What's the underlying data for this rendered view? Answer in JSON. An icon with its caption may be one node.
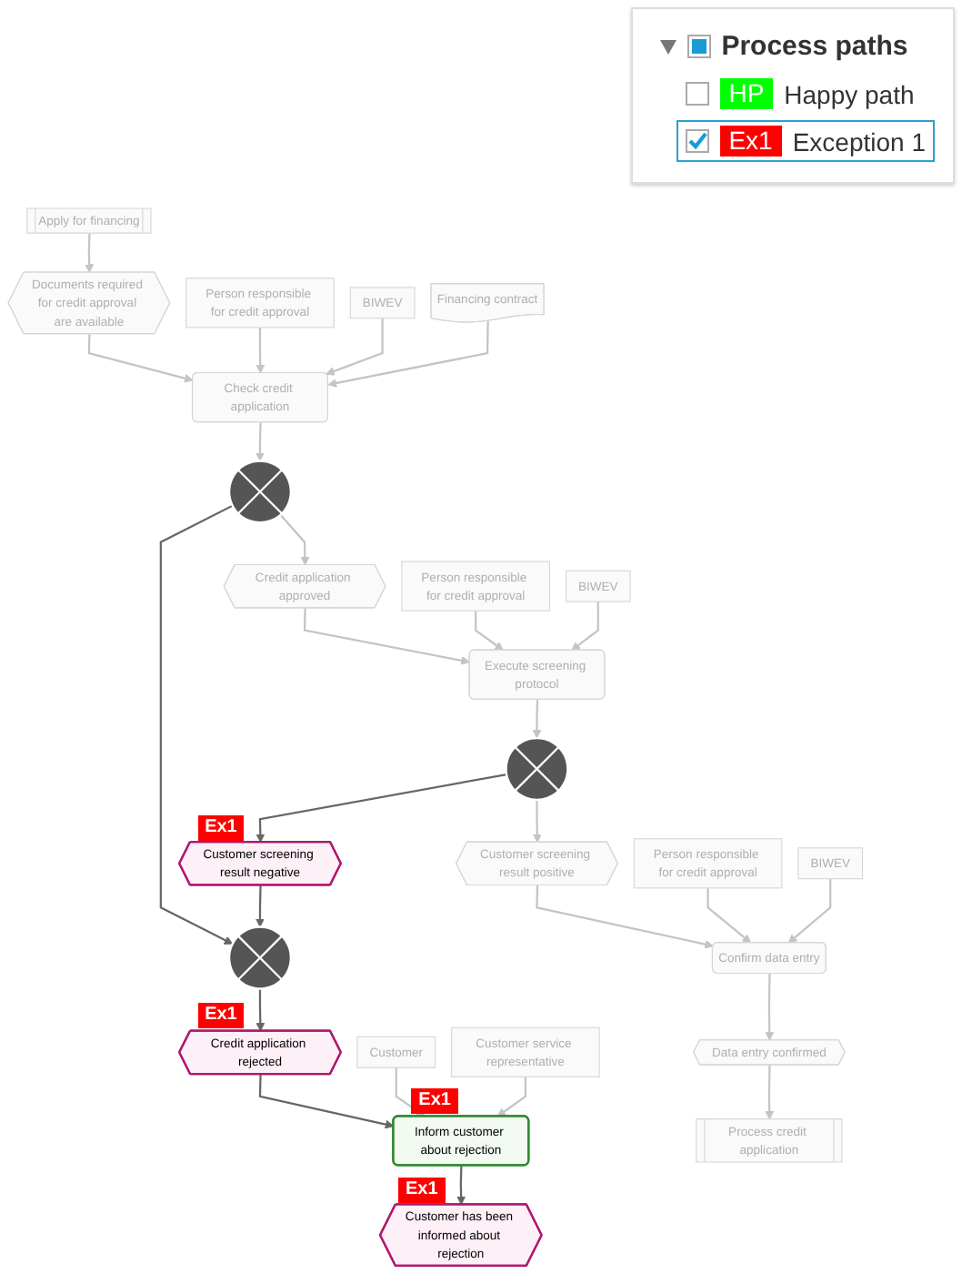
{
  "diagram": {
    "nodes": [
      {
        "text": [
          "Apply for financing"
        ]
      },
      {
        "text": [
          "Documents required for credit approval are available"
        ]
      },
      {
        "text": [
          "Person responsible for credit approval"
        ]
      },
      {
        "text": [
          "BIWEV"
        ]
      },
      {
        "text": [
          "Check credit application"
        ]
      },
      {
        "text": [
          "Financing contract"
        ]
      },
      {
        "text": [],
        "shape": "circle"
      },
      {
        "text": [
          "Credit application approved"
        ]
      },
      {
        "text": [
          "Person responsible for credit approval"
        ]
      },
      {
        "text": [
          "BIWEV"
        ]
      },
      {
        "text": [
          "Execute screening protocol"
        ]
      },
      {
        "text": [],
        "shape": "circle"
      },
      {
        "text": [
          "Customer screening result negative"
        ],
        "beside": [
          "Ex1"
        ]
      },
      {
        "text": [],
        "shape": "circle"
      },
      {
        "text": [
          "Credit application rejected"
        ],
        "beside": [
          "Ex1"
        ]
      },
      {
        "text": [
          "Customer screening result positive"
        ]
      },
      {
        "text": [
          "Customer"
        ]
      },
      {
        "text": [
          "Inform customer about rejection"
        ],
        "beside": [
          "Ex1"
        ]
      },
      {
        "text": [
          "Person responsible for credit approval"
        ]
      },
      {
        "text": [
          "Confirm data entry"
        ]
      },
      {
        "text": [
          "Customer service representative"
        ]
      },
      {
        "text": [
          "BIWEV"
        ]
      },
      {
        "text": [
          "Customer has been informed about rejection"
        ],
        "beside": [
          "Ex1"
        ]
      },
      {
        "text": [
          "Data entry confirmed"
        ]
      },
      {
        "text": [
          "Process credit application"
        ]
      }
    ],
    "edges": [
      {
        "from": 0,
        "to": 1,
        "arrow": "to"
      },
      {
        "from": 1,
        "to": 4,
        "arrow": "to"
      },
      {
        "from": 2,
        "to": 4,
        "arrow": "to"
      },
      {
        "from": 3,
        "to": 4,
        "arrow": "to"
      },
      {
        "from": 5,
        "to": 4,
        "arrow": "to"
      },
      {
        "from": 4,
        "to": 6,
        "arrow": "to"
      },
      {
        "from": 6,
        "to": 11,
        "arrow": "to",
        "color": "#666666"
      },
      {
        "from": 6,
        "to": 7,
        "arrow": "to"
      },
      {
        "from": 7,
        "to": 10,
        "arrow": "to"
      },
      {
        "from": 8,
        "to": 10,
        "arrow": "to"
      },
      {
        "from": 9,
        "to": 10,
        "arrow": "to"
      },
      {
        "from": 10,
        "to": 13,
        "arrow": "to"
      },
      {
        "from": 13,
        "to": 12,
        "arrow": "to",
        "color": "#666666"
      },
      {
        "from": 12,
        "to": 11,
        "arrow": "to",
        "color": "#666666"
      },
      {
        "from": 13,
        "to": 15,
        "arrow": "to"
      },
      {
        "from": 11,
        "to": 14,
        "arrow": "to",
        "color": "#666666"
      },
      {
        "from": 14,
        "to": 17,
        "arrow": "to",
        "color": "#666666"
      },
      {
        "from": 16,
        "to": 17,
        "arrow": "to"
      },
      {
        "from": 20,
        "to": 17,
        "arrow": "to"
      },
      {
        "from": 15,
        "to": 19,
        "arrow": "to"
      },
      {
        "from": 18,
        "to": 19,
        "arrow": "to"
      },
      {
        "from": 21,
        "to": 19,
        "arrow": "to"
      },
      {
        "from": 17,
        "to": 22,
        "arrow": "to",
        "color": "#666666"
      },
      {
        "from": 19,
        "to": 23,
        "arrow": "to"
      },
      {
        "from": 23,
        "to": 24,
        "arrow": "to"
      }
    ],
    "labels": [
      "Process paths",
      "HP",
      "Ex1"
    ],
    "legend": [
      {
        "text": "Happy path",
        "color": "#00ff00"
      },
      {
        "text": "Exception 1",
        "color": "#ff0000"
      }
    ]
  }
}
